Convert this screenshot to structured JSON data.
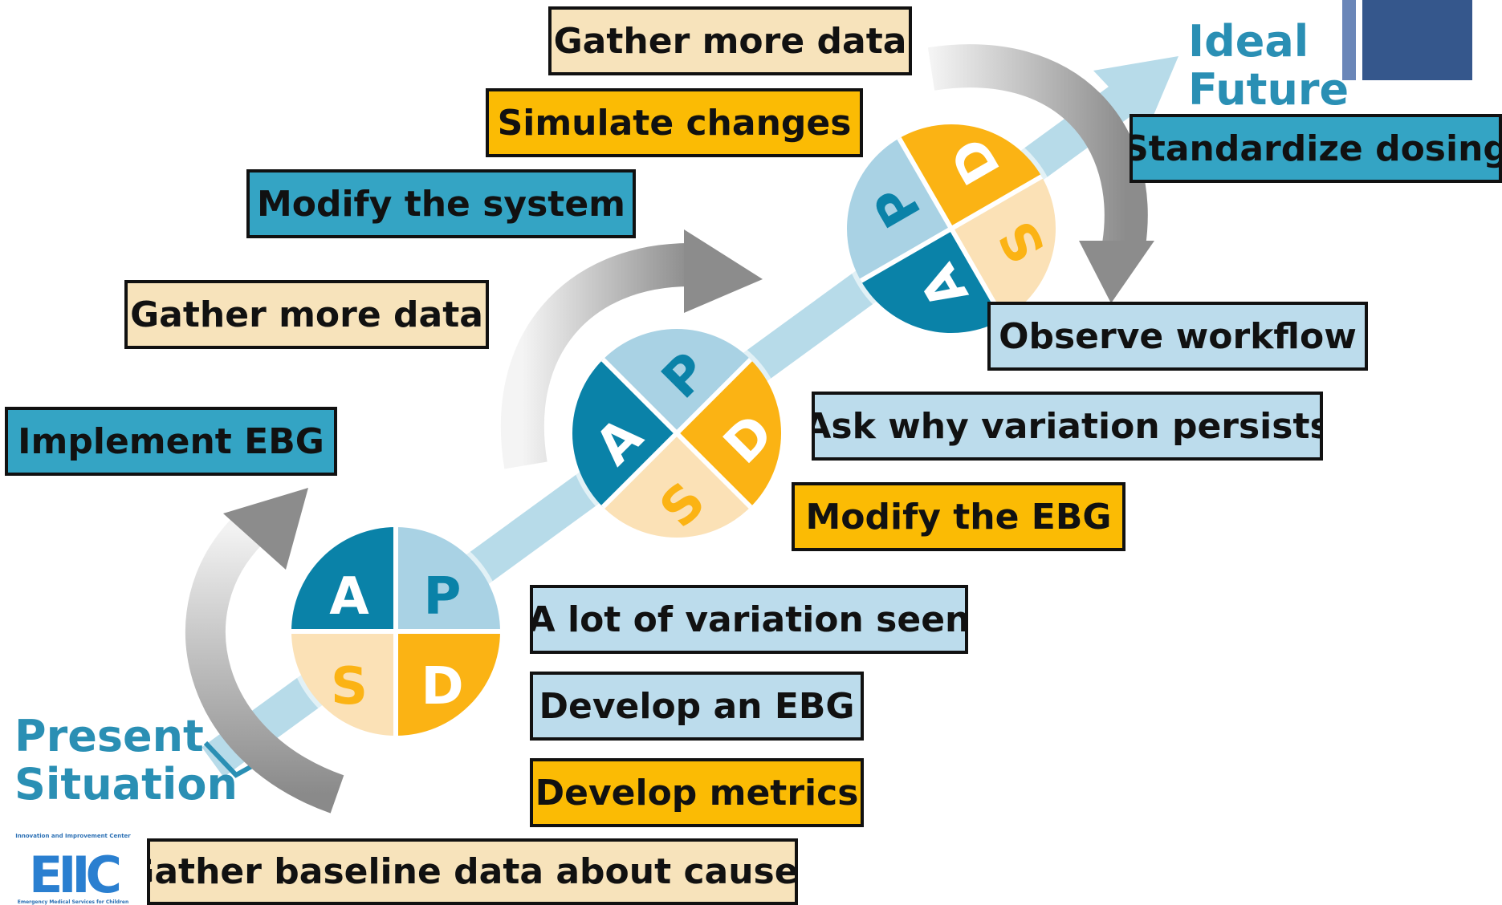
{
  "labels": {
    "start": "Present\nSituation",
    "end": "Ideal\nFuture"
  },
  "pdsa_letters": {
    "plan": "P",
    "do": "D",
    "study": "S",
    "act": "A"
  },
  "steps": [
    {
      "text": "Gather more data",
      "color": "#f7e3bb"
    },
    {
      "text": "Simulate changes",
      "color": "#fbbb04"
    },
    {
      "text": "Modify the system",
      "color": "#34a4c4"
    },
    {
      "text": "Standardize dosing",
      "color": "#34a4c4"
    },
    {
      "text": "Gather more data",
      "color": "#f7e3bb"
    },
    {
      "text": "Observe workflow",
      "color": "#bcdcec"
    },
    {
      "text": "Ask why variation persists",
      "color": "#bcdcec"
    },
    {
      "text": "Implement EBG",
      "color": "#34a4c4"
    },
    {
      "text": "Modify the EBG",
      "color": "#fbbb04"
    },
    {
      "text": "A lot of variation seen",
      "color": "#bcdcec"
    },
    {
      "text": "Develop an EBG",
      "color": "#bcdcec"
    },
    {
      "text": "Develop metrics",
      "color": "#fbbb04"
    },
    {
      "text": "Gather baseline data about causes",
      "color": "#f7e3bb"
    }
  ],
  "logo": {
    "top_text": "Innovation and Improvement Center",
    "letters": "EIIC",
    "bottom_text": "Emergency Medical Services for Children"
  },
  "colors": {
    "act": "#0a82a8",
    "plan": "#a9d2e4",
    "do": "#fbb314",
    "study": "#fbe1b6",
    "ramp": "#b7dbe9",
    "label": "#2a8fb4"
  }
}
